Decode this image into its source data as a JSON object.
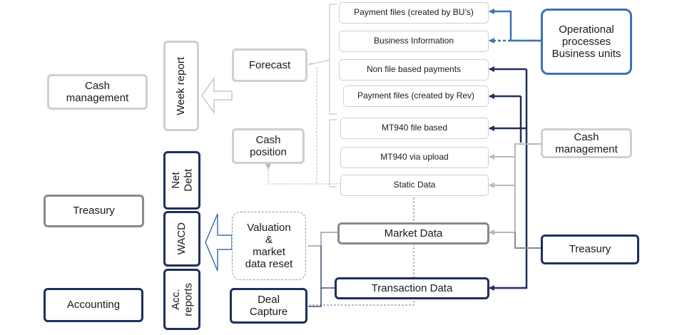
{
  "left": {
    "cash_management": "Cash\nmanagement",
    "treasury": "Treasury",
    "accounting": "Accounting"
  },
  "reports": {
    "week_report": "Week report",
    "net_debt": "Net\nDebt",
    "wacd": "WACD",
    "acc_reports": "Acc.\nreports"
  },
  "processes": {
    "forecast": "Forecast",
    "cash_position": "Cash\nposition",
    "valuation": "Valuation\n&\nmarket\ndata reset",
    "deal_capture": "Deal\nCapture"
  },
  "data_sources": {
    "payment_files_bu": "Payment files (created by BU’s)",
    "business_information": "Business Information",
    "non_file_based": "Non file based payments",
    "payment_files_rev": "Payment files (created by Rev)",
    "mt940_file": "MT940 file based",
    "mt940_upload": "MT940 via upload",
    "static_data": "Static Data",
    "market_data": "Market Data",
    "transaction_data": "Transaction Data"
  },
  "right": {
    "operational": "Operational\nprocesses\nBusiness units",
    "cash_management": "Cash\nmanagement",
    "treasury": "Treasury"
  },
  "colors": {
    "light_grey": "#cfcfcf",
    "mid_grey": "#8a8a8a",
    "navy": "#1f2f5c",
    "blue": "#3f72b4"
  }
}
